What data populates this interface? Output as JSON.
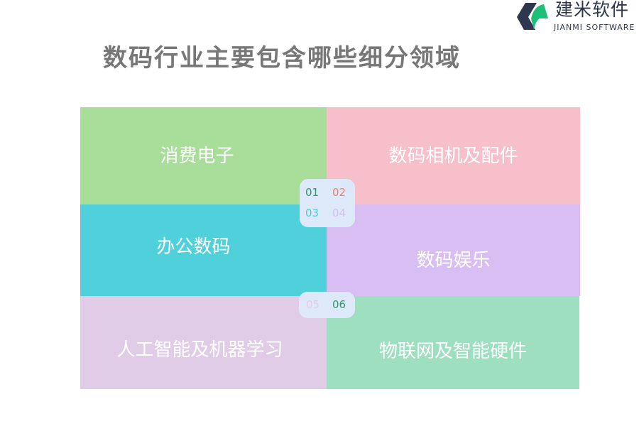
{
  "logo": {
    "cn": "建米软件",
    "en": "JIANMI SOFTWARE"
  },
  "title": "数码行业主要包含哪些细分领域",
  "items": [
    {
      "num": "01",
      "label": "消费电子",
      "color": "#a8de9a",
      "num_color": "#2a9d6a"
    },
    {
      "num": "02",
      "label": "数码相机及配件",
      "color": "#f6bfc9",
      "num_color": "#f07e6a"
    },
    {
      "num": "03",
      "label": "办公数码",
      "color": "#4fd0da",
      "num_color": "#4fc8d6"
    },
    {
      "num": "04",
      "label": "数码娱乐",
      "color": "#d9bef3",
      "num_color": "#d9bef3"
    },
    {
      "num": "05",
      "label": "人工智能及机器学习",
      "color": "#e0cce6",
      "num_color": "#e6cce6"
    },
    {
      "num": "06",
      "label": "物联网及智能硬件",
      "color": "#9ddfbf",
      "num_color": "#2a9d6a"
    }
  ]
}
